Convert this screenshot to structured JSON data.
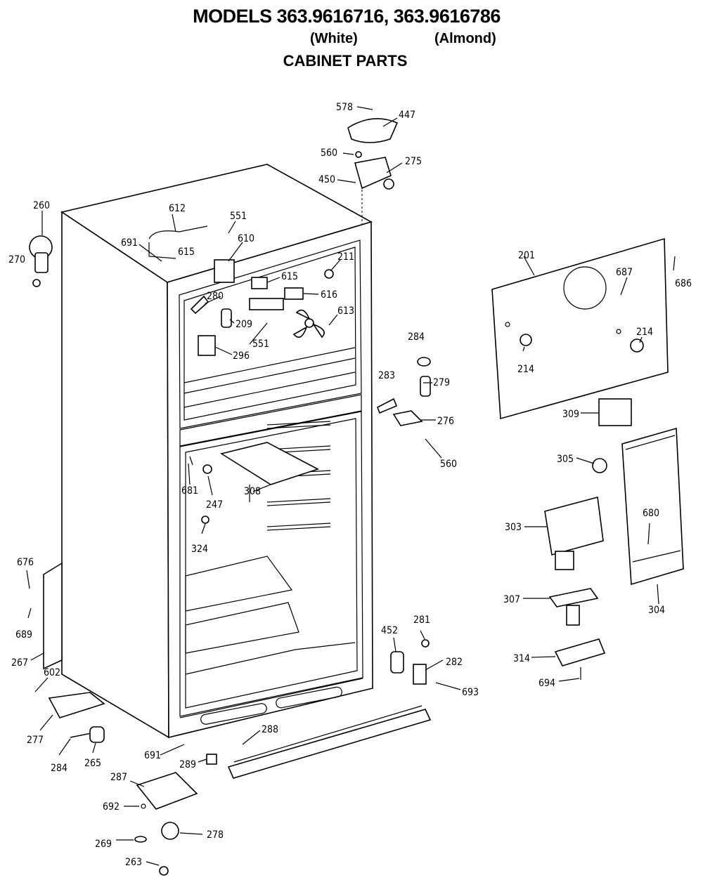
{
  "header": {
    "title": "MODELS 363.9616716, 363.9616786",
    "variant_white": "(White)",
    "variant_almond": "(Almond)",
    "subtitle": "CABINET PARTS"
  },
  "callouts": [
    {
      "id": "578"
    },
    {
      "id": "447"
    },
    {
      "id": "560a",
      "text": "560"
    },
    {
      "id": "275"
    },
    {
      "id": "450"
    },
    {
      "id": "260"
    },
    {
      "id": "270"
    },
    {
      "id": "612"
    },
    {
      "id": "551a",
      "text": "551"
    },
    {
      "id": "691a",
      "text": "691"
    },
    {
      "id": "615a",
      "text": "615"
    },
    {
      "id": "610"
    },
    {
      "id": "211"
    },
    {
      "id": "615b",
      "text": "615"
    },
    {
      "id": "616"
    },
    {
      "id": "280"
    },
    {
      "id": "209"
    },
    {
      "id": "613"
    },
    {
      "id": "551b",
      "text": "551"
    },
    {
      "id": "296"
    },
    {
      "id": "201"
    },
    {
      "id": "687"
    },
    {
      "id": "686"
    },
    {
      "id": "214a",
      "text": "214"
    },
    {
      "id": "214b",
      "text": "214"
    },
    {
      "id": "284a",
      "text": "284"
    },
    {
      "id": "283"
    },
    {
      "id": "279"
    },
    {
      "id": "276"
    },
    {
      "id": "560b",
      "text": "560"
    },
    {
      "id": "309"
    },
    {
      "id": "305"
    },
    {
      "id": "681"
    },
    {
      "id": "247"
    },
    {
      "id": "308"
    },
    {
      "id": "324"
    },
    {
      "id": "303"
    },
    {
      "id": "680"
    },
    {
      "id": "304"
    },
    {
      "id": "676"
    },
    {
      "id": "689"
    },
    {
      "id": "267"
    },
    {
      "id": "602"
    },
    {
      "id": "307"
    },
    {
      "id": "452"
    },
    {
      "id": "281"
    },
    {
      "id": "282"
    },
    {
      "id": "693"
    },
    {
      "id": "314"
    },
    {
      "id": "694"
    },
    {
      "id": "277"
    },
    {
      "id": "288"
    },
    {
      "id": "284b",
      "text": "284"
    },
    {
      "id": "265"
    },
    {
      "id": "691b",
      "text": "691"
    },
    {
      "id": "289"
    },
    {
      "id": "287"
    },
    {
      "id": "692"
    },
    {
      "id": "278"
    },
    {
      "id": "269"
    },
    {
      "id": "263"
    }
  ]
}
